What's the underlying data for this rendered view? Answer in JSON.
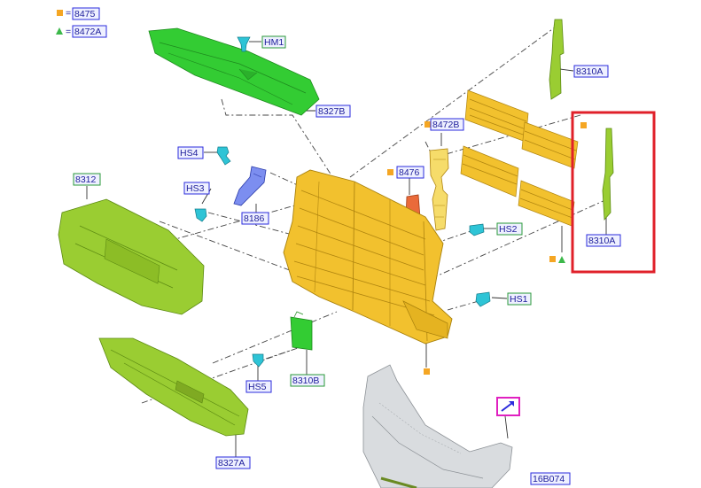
{
  "legend": {
    "square_symbol": "=",
    "square_code": "8475",
    "triangle_symbol": "=",
    "triangle_code": "8472A"
  },
  "labels": {
    "hm1": "HM1",
    "b8327": "8327B",
    "a8310_top": "8310A",
    "b8472": "8472B",
    "hs4": "HS4",
    "n8476": "8476",
    "hs3": "HS3",
    "n8312": "8312",
    "n8186": "8186",
    "hs2": "HS2",
    "a8310_box": "8310A",
    "hs1": "HS1",
    "hs5": "HS5",
    "b8310": "8310B",
    "a8327": "8327A",
    "b16b074": "16B074"
  },
  "colors": {
    "label_border_blue": "#2b2bdc",
    "label_border_green": "#2a9a3a",
    "label_text": "#1c1c9a",
    "label_fill": "#eef0ff",
    "part_green": "#9acd32",
    "part_bright_green": "#33cc33",
    "part_yellow": "#f2c12e",
    "fastener_cyan": "#2ec4d6",
    "highlight_red": "#e0202a",
    "marker_orange": "#f5a623",
    "marker_green": "#3cb84a",
    "bumper_gray": "#cfd3d6",
    "pink_box": "#e020c0"
  }
}
